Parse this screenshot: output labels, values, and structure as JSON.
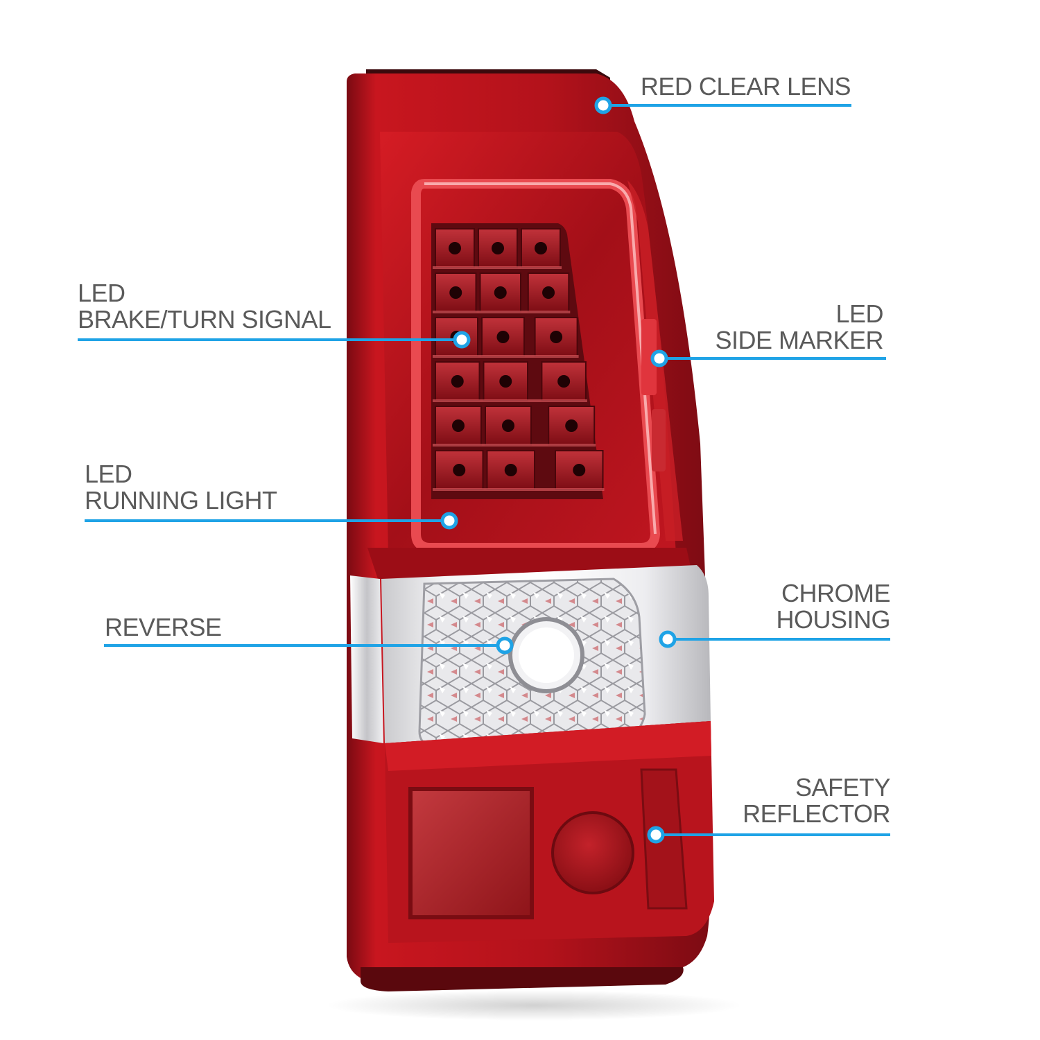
{
  "colors": {
    "callout_line": "#1fa3e6",
    "label_text": "#5a5a5a",
    "lens_red": "#b0101c",
    "lens_dark": "#6e0a12",
    "chrome": "#e8e8ea"
  },
  "callouts": {
    "red_clear_lens": {
      "lines": [
        "RED CLEAR LENS"
      ]
    },
    "led_brake_turn": {
      "lines": [
        "LED",
        "BRAKE/TURN SIGNAL"
      ]
    },
    "led_side_marker": {
      "lines": [
        "LED",
        "SIDE MARKER"
      ]
    },
    "led_running_light": {
      "lines": [
        "LED",
        "RUNNING LIGHT"
      ]
    },
    "reverse": {
      "lines": [
        "REVERSE"
      ]
    },
    "chrome_housing": {
      "lines": [
        "CHROME",
        "HOUSING"
      ]
    },
    "safety_reflector": {
      "lines": [
        "SAFETY",
        "REFLECTOR"
      ]
    }
  }
}
